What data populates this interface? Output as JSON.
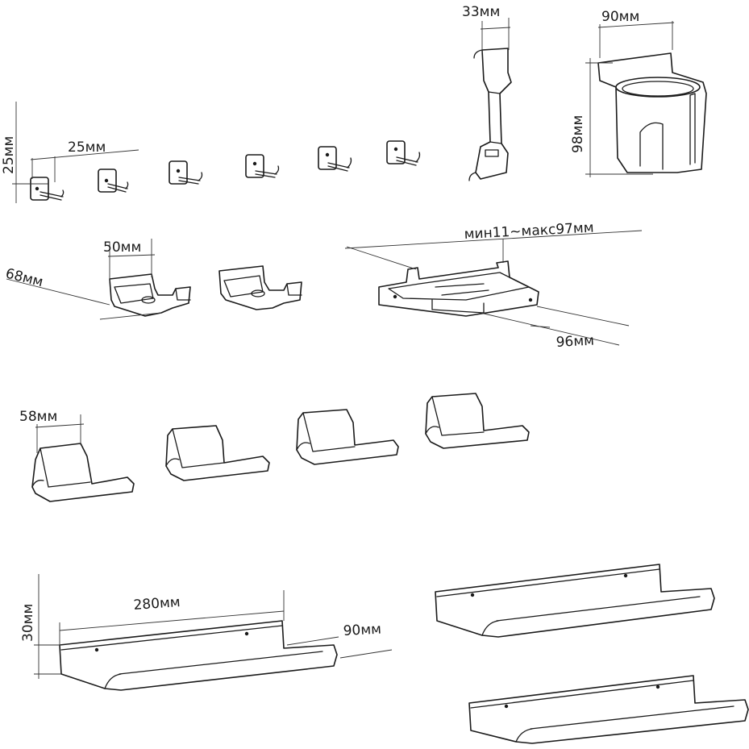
{
  "colors": {
    "line": "#1a1a1a",
    "background": "#ffffff"
  },
  "labels": {
    "hook_height": "25мм",
    "hook_spacing": "25мм",
    "clip_width": "33мм",
    "cup_width": "90мм",
    "cup_height": "98мм",
    "bracket_width": "50мм",
    "bracket_depth": "68мм",
    "adjustable_range": "мин11~макс97мм",
    "adjustable_depth": "96мм",
    "headphone_width": "58мм",
    "shelf_length": "280мм",
    "shelf_height": "30мм",
    "shelf_depth": "90мм"
  }
}
